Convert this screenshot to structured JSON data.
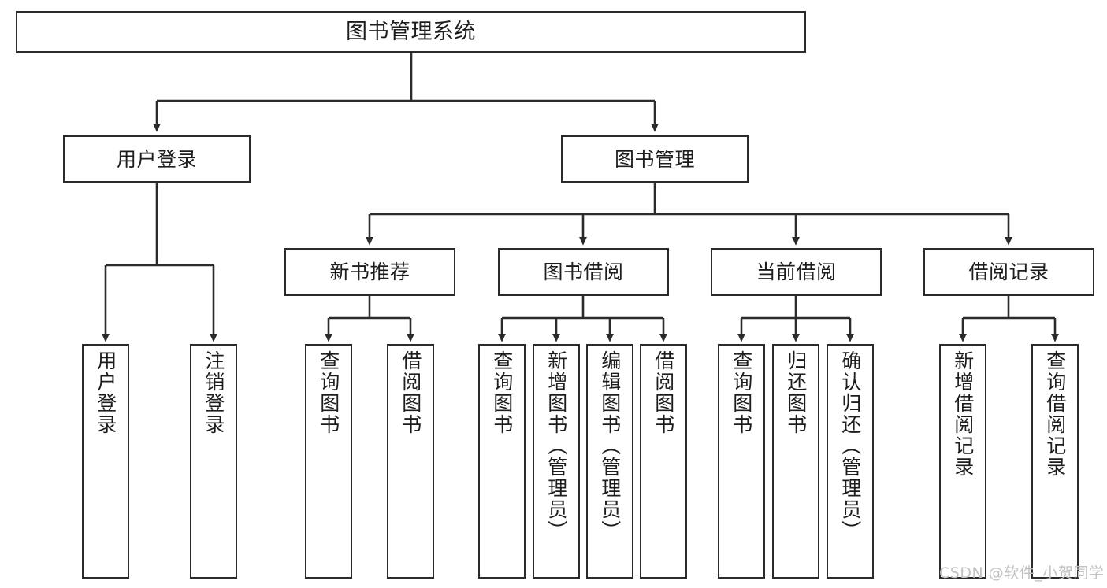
{
  "diagram": {
    "title": "图书管理系统",
    "type": "tree-hierarchy-chart",
    "colors": {
      "stroke": "#2b2b2b",
      "fill": "#ffffff",
      "text": "#1d1d1d",
      "watermark": "#c2c2c2"
    },
    "root": {
      "id": "root",
      "label": "图书管理系统"
    },
    "level2": [
      {
        "id": "user-login",
        "label": "用户登录"
      },
      {
        "id": "book-management",
        "label": "图书管理"
      }
    ],
    "level3": [
      {
        "id": "new-book-recommend",
        "label": "新书推荐"
      },
      {
        "id": "book-borrow",
        "label": "图书借阅"
      },
      {
        "id": "current-borrow",
        "label": "当前借阅"
      },
      {
        "id": "borrow-record",
        "label": "借阅记录"
      }
    ],
    "leaves": [
      {
        "id": "leaf-user-login",
        "label": "用户登录",
        "parent": "user-login"
      },
      {
        "id": "leaf-logout-login",
        "label": "注销登录",
        "parent": "user-login"
      },
      {
        "id": "leaf-query-book-1",
        "label": "查询图书",
        "parent": "new-book-recommend"
      },
      {
        "id": "leaf-borrow-book-1",
        "label": "借阅图书",
        "parent": "new-book-recommend"
      },
      {
        "id": "leaf-query-book-2",
        "label": "查询图书",
        "parent": "book-borrow"
      },
      {
        "id": "leaf-add-book",
        "label": "新增图书（管理员）",
        "parent": "book-borrow"
      },
      {
        "id": "leaf-edit-book",
        "label": "编辑图书（管理员）",
        "parent": "book-borrow"
      },
      {
        "id": "leaf-borrow-book-2",
        "label": "借阅图书",
        "parent": "book-borrow"
      },
      {
        "id": "leaf-query-book-3",
        "label": "查询图书",
        "parent": "current-borrow"
      },
      {
        "id": "leaf-return-book",
        "label": "归还图书",
        "parent": "current-borrow"
      },
      {
        "id": "leaf-confirm-return",
        "label": "确认归还（管理员）",
        "parent": "current-borrow"
      },
      {
        "id": "leaf-add-record",
        "label": "新增借阅记录",
        "parent": "borrow-record"
      },
      {
        "id": "leaf-query-record",
        "label": "查询借阅记录",
        "parent": "borrow-record"
      }
    ],
    "watermark": "CSDN @软件_小贺同学"
  }
}
